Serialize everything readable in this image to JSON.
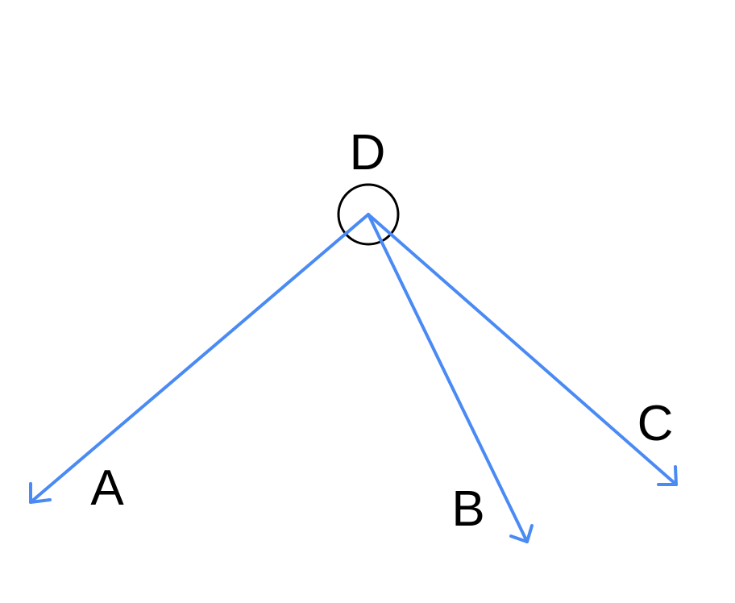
{
  "diagram": {
    "labels": {
      "origin": "D",
      "a": "A",
      "b": "B",
      "c": "C"
    },
    "colors": {
      "arrow": "#4a8af4",
      "node": "#000000",
      "text": "#000000"
    }
  }
}
